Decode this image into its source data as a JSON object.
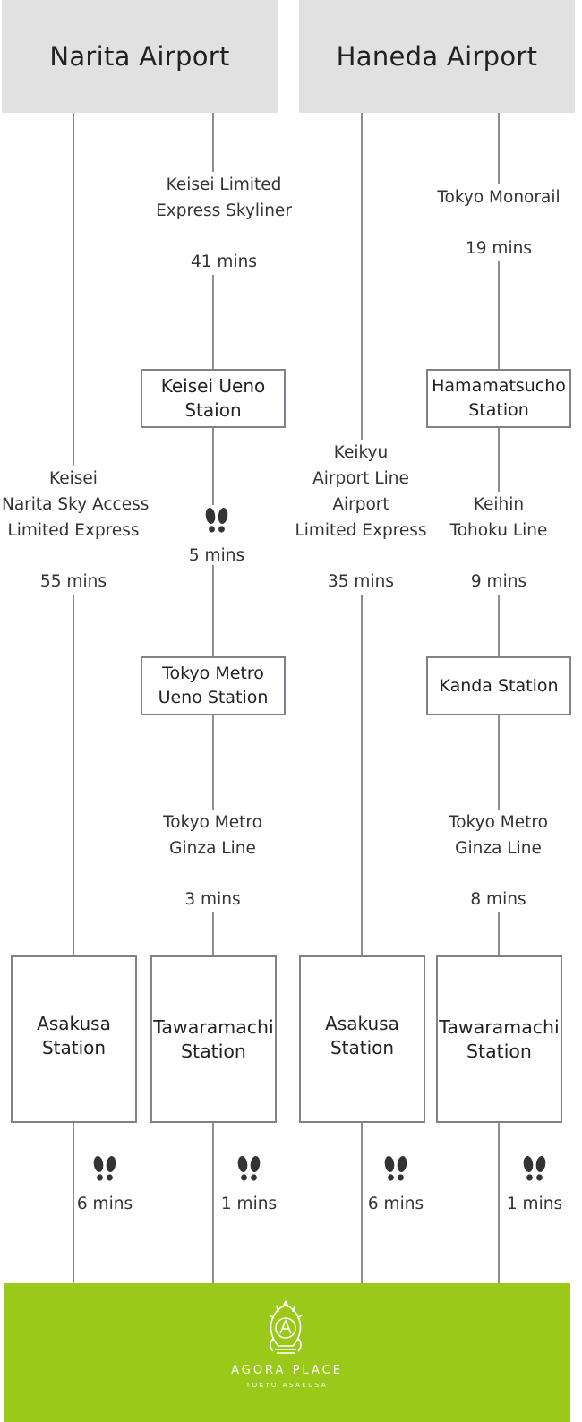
{
  "airports": {
    "narita": "Narita Airport",
    "haneda": "Haneda Airport"
  },
  "routes": {
    "narita_skyaccess": {
      "line": [
        "Keisei",
        "Narita Sky Access",
        "Limited Express"
      ],
      "time": "55 mins"
    },
    "skyliner": {
      "line": [
        "Keisei Limited",
        "Express Skyliner"
      ],
      "time": "41 mins"
    },
    "ueno_walk": {
      "time": "5 mins"
    },
    "ginza_from_ueno": {
      "line": [
        "Tokyo Metro",
        "Ginza Line"
      ],
      "time": "3 mins"
    },
    "keikyu": {
      "line": [
        "Keikyu",
        "Airport Line",
        "Airport",
        "Limited Express"
      ],
      "time": "35 mins"
    },
    "monorail": {
      "line": [
        "Tokyo Monorail"
      ],
      "time": "19 mins"
    },
    "keihin": {
      "line": [
        "Keihin",
        "Tohoku Line"
      ],
      "time": "9 mins"
    },
    "ginza_from_kanda": {
      "line": [
        "Tokyo Metro",
        "Ginza Line"
      ],
      "time": "8 mins"
    }
  },
  "stations": {
    "keisei_ueno": [
      "Keisei Ueno",
      "Staion"
    ],
    "metro_ueno": [
      "Tokyo Metro",
      "Ueno Station"
    ],
    "hamamatsucho": [
      "Hamamatsucho",
      "Station"
    ],
    "kanda": [
      "Kanda Station"
    ],
    "asakusa_1": [
      "Asakusa",
      "Station"
    ],
    "tawaramachi_1": [
      "Tawaramachi",
      "Station"
    ],
    "asakusa_2": [
      "Asakusa",
      "Station"
    ],
    "tawaramachi_2": [
      "Tawaramachi",
      "Station"
    ]
  },
  "walks": {
    "w1": "6 mins",
    "w2": "1 mins",
    "w3": "6 mins",
    "w4": "1 mins"
  },
  "footer": {
    "brand": "AGORA PLACE",
    "sub": "TOKYO ASAKUSA"
  },
  "colors": {
    "header_bg": "#e1e1e2",
    "line": "#8a8e94",
    "footer_bg": "#9bc91a",
    "icon": "#333333"
  },
  "icons": {
    "walk": "footprints-icon",
    "logo": "agora-place-crest"
  }
}
